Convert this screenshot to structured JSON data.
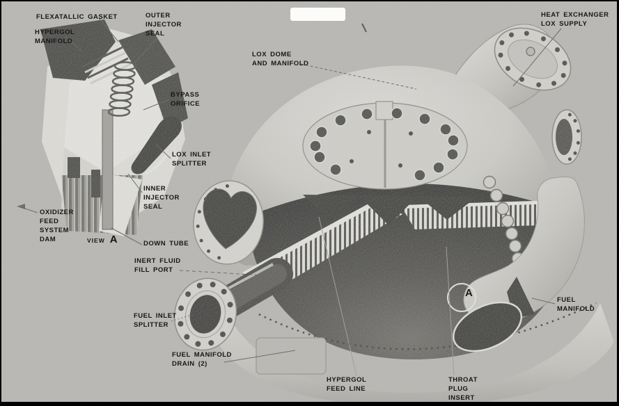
{
  "figure": {
    "kind": "halftone engine cutaway illustration",
    "colors": {
      "background": "#b3b1ad",
      "ink": "#171716",
      "metal_light": "#eceae5",
      "metal_mid": "#b0afaa",
      "metal_dark": "#1a1a18",
      "caption_box": "#fcfcfb"
    }
  },
  "view_label": {
    "prefix": "VIEW",
    "letter": "A"
  },
  "section_marker": {
    "letter": "A"
  },
  "labels": [
    {
      "id": "flexatallic-gasket",
      "text": "FLEXATALLIC GASKET"
    },
    {
      "id": "hypergol-manifold",
      "text": "HYPERGOL\nMANIFOLD"
    },
    {
      "id": "outer-injector-seal",
      "text": "OUTER\nINJECTOR\nSEAL"
    },
    {
      "id": "bypass-orifice",
      "text": "BYPASS\nORIFICE"
    },
    {
      "id": "lox-dome-and-manifold",
      "text": "LOX DOME\nAND MANIFOLD"
    },
    {
      "id": "heat-exchanger-lox-supply",
      "text": "HEAT EXCHANGER\nLOX SUPPLY"
    },
    {
      "id": "lox-inlet-splitter",
      "text": "LOX INLET\nSPLITTER"
    },
    {
      "id": "inner-injector-seal",
      "text": "INNER\nINJECTOR\nSEAL"
    },
    {
      "id": "oxidizer-feed-system-dam",
      "text": "OXIDIZER\nFEED\nSYSTEM\nDAM"
    },
    {
      "id": "down-tube",
      "text": "DOWN TUBE"
    },
    {
      "id": "inert-fluid-fill-port",
      "text": "INERT FLUID\nFILL PORT"
    },
    {
      "id": "fuel-inlet-splitter",
      "text": "FUEL INLET\nSPLITTER"
    },
    {
      "id": "fuel-manifold-drain",
      "text": "FUEL MANIFOLD\nDRAIN (2)"
    },
    {
      "id": "hypergol-feed-line",
      "text": "HYPERGOL\nFEED LINE"
    },
    {
      "id": "throat-plug-insert",
      "text": "THROAT\nPLUG\nINSERT"
    },
    {
      "id": "fuel-manifold",
      "text": "FUEL\nMANIFOLD"
    }
  ]
}
